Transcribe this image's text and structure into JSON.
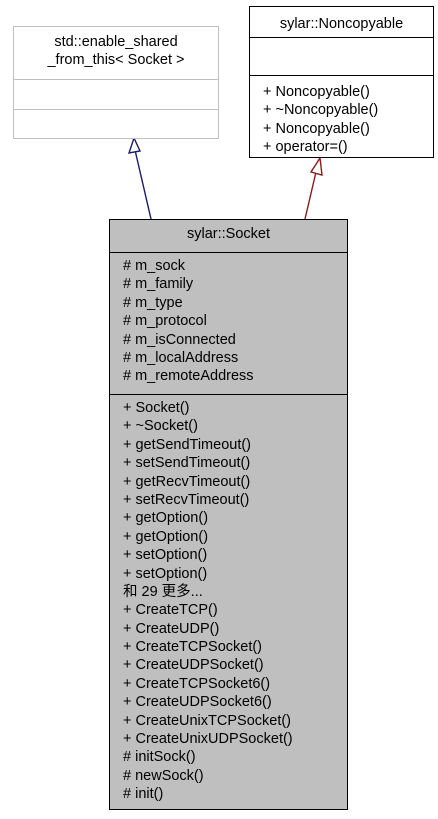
{
  "enable_shared": {
    "title_line1": "std::enable_shared",
    "title_line2": "_from_this< Socket >"
  },
  "noncopyable": {
    "title": "sylar::Noncopyable",
    "methods": [
      "+ Noncopyable()",
      "+ ~Noncopyable()",
      "+ Noncopyable()",
      "+ operator=()"
    ]
  },
  "socket": {
    "title": "sylar::Socket",
    "attributes": [
      "# m_sock",
      "# m_family",
      "# m_type",
      "# m_protocol",
      "# m_isConnected",
      "# m_localAddress",
      "# m_remoteAddress"
    ],
    "methods": [
      "+ Socket()",
      "+ ~Socket()",
      "+ getSendTimeout()",
      "+ setSendTimeout()",
      "+ getRecvTimeout()",
      "+ setRecvTimeout()",
      "+ getOption()",
      "+ getOption()",
      "+ setOption()",
      "+ setOption()",
      "和 29 更多...",
      "+ CreateTCP()",
      "+ CreateUDP()",
      "+ CreateTCPSocket()",
      "+ CreateUDPSocket()",
      "+ CreateTCPSocket6()",
      "+ CreateUDPSocket6()",
      "+ CreateUnixTCPSocket()",
      "+ CreateUnixUDPSocket()",
      "# initSock()",
      "# newSock()",
      "# init()"
    ]
  },
  "colors": {
    "inherit_public": "#191970",
    "inherit_private": "#8b1a1a",
    "class_fill": "#bfbfbf"
  }
}
